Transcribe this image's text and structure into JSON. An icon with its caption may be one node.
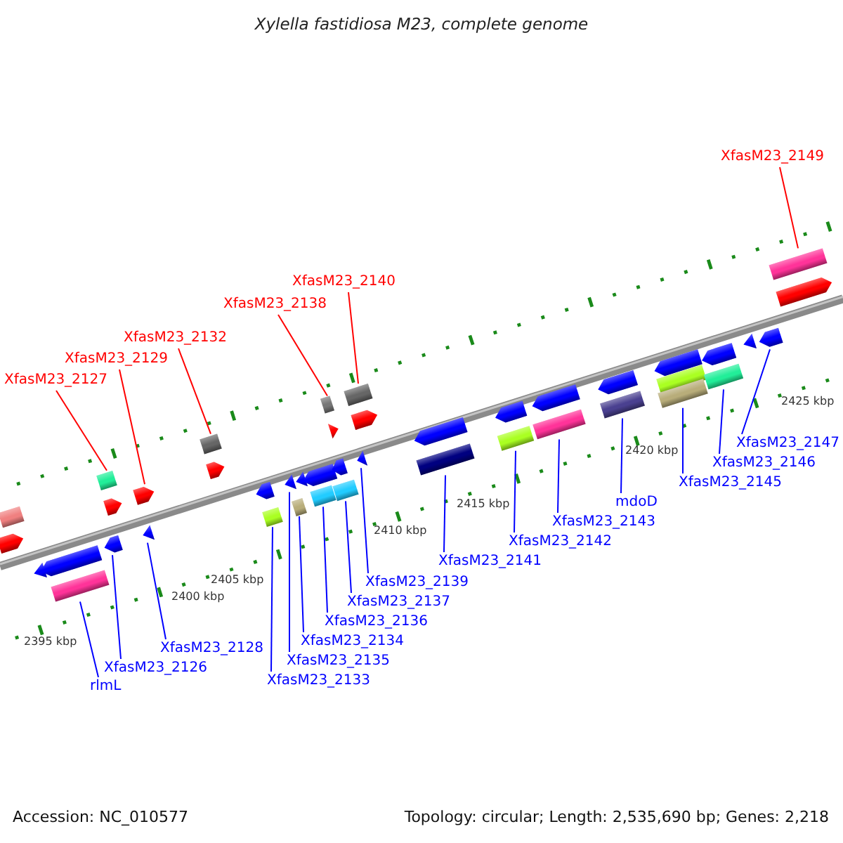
{
  "diagram": {
    "title": "Xylella fastidiosa M23, complete genome",
    "nodes": [
      {
        "text": [
          "XfasM23_2149"
        ]
      },
      {
        "text": [
          "XfasM23_2140"
        ]
      },
      {
        "text": [
          "XfasM23_2138"
        ]
      },
      {
        "text": [
          "XfasM23_2132"
        ]
      },
      {
        "text": [
          "XfasM23_2129"
        ]
      },
      {
        "text": [
          "XfasM23_2127"
        ]
      },
      {
        "text": [
          "XfasM23_2147"
        ]
      },
      {
        "text": [
          "XfasM23_2145"
        ]
      },
      {
        "text": [
          "XfasM23_2146"
        ]
      },
      {
        "text": [
          "XfasM23_2143"
        ]
      },
      {
        "text": [
          "mdoD"
        ]
      },
      {
        "text": [
          "XfasM23_2141"
        ]
      },
      {
        "text": [
          "XfasM23_2142"
        ]
      },
      {
        "text": [
          "XfasM23_2139"
        ]
      },
      {
        "text": [
          "XfasM23_2137"
        ]
      },
      {
        "text": [
          "XfasM23_2136"
        ]
      },
      {
        "text": [
          "XfasM23_2134"
        ]
      },
      {
        "text": [
          "XfasM23_2128"
        ]
      },
      {
        "text": [
          "XfasM23_2135"
        ]
      },
      {
        "text": [
          "XfasM23_2126"
        ]
      },
      {
        "text": [
          "XfasM23_2133"
        ]
      },
      {
        "text": [
          "rlmL"
        ]
      },
      {
        "text": [],
        "shape": "box"
      },
      {
        "text": [],
        "shape": "arrow"
      },
      {
        "text": [],
        "shape": "arrow"
      },
      {
        "text": [],
        "shape": "arrow"
      },
      {
        "text": [],
        "shape": "box"
      },
      {
        "text": [],
        "shape": "box"
      },
      {
        "text": [],
        "shape": "arrow"
      },
      {
        "text": [],
        "shape": "arrow"
      },
      {
        "text": [],
        "shape": "arrow"
      },
      {
        "text": [],
        "shape": "arrow"
      },
      {
        "text": [],
        "shape": "box"
      },
      {
        "text": [],
        "shape": "arrow"
      },
      {
        "text": [],
        "shape": "arrow"
      },
      {
        "text": [],
        "shape": "box"
      },
      {
        "text": [],
        "shape": "arrow"
      },
      {
        "text": [],
        "shape": "box"
      },
      {
        "text": [],
        "shape": "arrow"
      },
      {
        "text": [],
        "shape": "arrow"
      },
      {
        "text": [],
        "shape": "box"
      },
      {
        "text": [],
        "shape": "box"
      },
      {
        "text": [],
        "shape": "arrow"
      },
      {
        "text": [],
        "shape": "arrow"
      },
      {
        "text": [],
        "shape": "box"
      },
      {
        "text": [],
        "shape": "box"
      },
      {
        "text": [],
        "shape": "arrow"
      },
      {
        "text": [],
        "shape": "arrow"
      },
      {
        "text": [],
        "shape": "arrow"
      },
      {
        "text": [],
        "shape": "box"
      },
      {
        "text": [],
        "shape": "arrow"
      },
      {
        "text": [],
        "shape": "box"
      },
      {
        "text": [],
        "shape": "arrow"
      },
      {
        "text": [],
        "shape": "box"
      },
      {
        "text": [],
        "shape": "arrow"
      },
      {
        "text": [],
        "shape": "box"
      },
      {
        "text": [],
        "shape": "arrow"
      },
      {
        "text": [],
        "shape": "box"
      },
      {
        "text": [],
        "shape": "box"
      },
      {
        "text": [],
        "shape": "arrow"
      },
      {
        "text": [],
        "shape": "box"
      },
      {
        "text": [],
        "shape": "arrow"
      },
      {
        "text": [],
        "shape": "arrow"
      },
      {
        "text": [],
        "shape": "box"
      },
      {
        "text": [],
        "shape": "arrow"
      }
    ],
    "edges": [
      {
        "from": 0,
        "to": 63,
        "arrow": "none",
        "color": "#ff0000"
      },
      {
        "from": 1,
        "to": 45,
        "arrow": "none",
        "color": "#ff0000"
      },
      {
        "from": 2,
        "to": 41,
        "arrow": "none",
        "color": "#ff0000"
      },
      {
        "from": 3,
        "to": 32,
        "arrow": "none",
        "color": "#ff0000"
      },
      {
        "from": 4,
        "to": 30,
        "arrow": "none",
        "color": "#ff0000"
      },
      {
        "from": 5,
        "to": 27,
        "arrow": "none",
        "color": "#ff0000"
      },
      {
        "from": 6,
        "to": 62,
        "arrow": "none"
      },
      {
        "from": 7,
        "to": 58,
        "arrow": "none"
      },
      {
        "from": 8,
        "to": 60,
        "arrow": "none"
      },
      {
        "from": 9,
        "to": 53,
        "arrow": "none"
      },
      {
        "from": 10,
        "to": 55,
        "arrow": "none"
      },
      {
        "from": 11,
        "to": 49,
        "arrow": "none"
      },
      {
        "from": 12,
        "to": 51,
        "arrow": "none"
      },
      {
        "from": 13,
        "to": 46,
        "arrow": "none"
      },
      {
        "from": 14,
        "to": 44,
        "arrow": "none"
      },
      {
        "from": 15,
        "to": 40,
        "arrow": "none"
      },
      {
        "from": 16,
        "to": 37,
        "arrow": "none"
      },
      {
        "from": 17,
        "to": 31,
        "arrow": "none"
      },
      {
        "from": 18,
        "to": 36,
        "arrow": "none"
      },
      {
        "from": 19,
        "to": 28,
        "arrow": "none"
      },
      {
        "from": 20,
        "to": 35,
        "arrow": "none"
      },
      {
        "from": 21,
        "to": 26,
        "arrow": "none"
      }
    ],
    "labels": [
      "2395 kbp",
      "2400 kbp",
      "2405 kbp",
      "2410 kbp",
      "2415 kbp",
      "2420 kbp",
      "2425 kbp",
      "Accession: NC_010577",
      "Topology: circular; Length: 2,535,690 bp; Genes: 2,218"
    ]
  }
}
